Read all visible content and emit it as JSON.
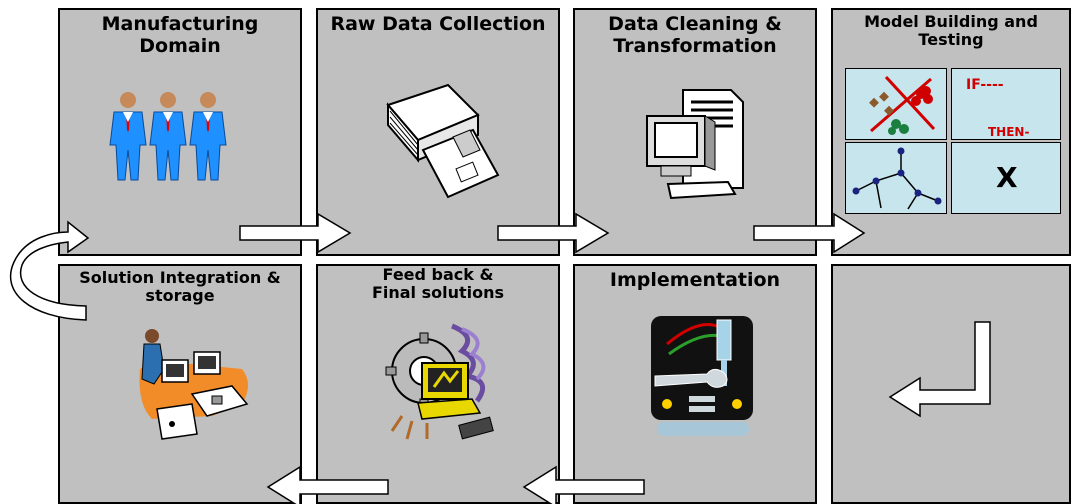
{
  "boxes": {
    "manufacturing": {
      "title": "Manufacturing\nDomain"
    },
    "raw_data": {
      "title": "Raw Data Collection"
    },
    "cleaning": {
      "title": "Data Cleaning &\nTransformation"
    },
    "model": {
      "title": "Model Building and\nTesting",
      "if_text": "IF----",
      "then_text": "THEN-",
      "x_text": "X"
    },
    "integration": {
      "title": "Solution Integration &\nstorage"
    },
    "feedback": {
      "title": "Feed back &\nFinal solutions"
    },
    "implementation": {
      "title": "Implementation"
    },
    "empty": {
      "title": ""
    }
  },
  "icons": [
    "people-icon",
    "floppy-disk-icon",
    "computer-document-icon",
    "cluster-icon",
    "network-tree-icon",
    "office-worker-icon",
    "gear-computer-icon",
    "truck-tools-icon"
  ],
  "colors": {
    "box": "#c0c0c0",
    "pane": "#c7e5ec",
    "people": "#1e90ff",
    "rule_text": "#d00000"
  }
}
